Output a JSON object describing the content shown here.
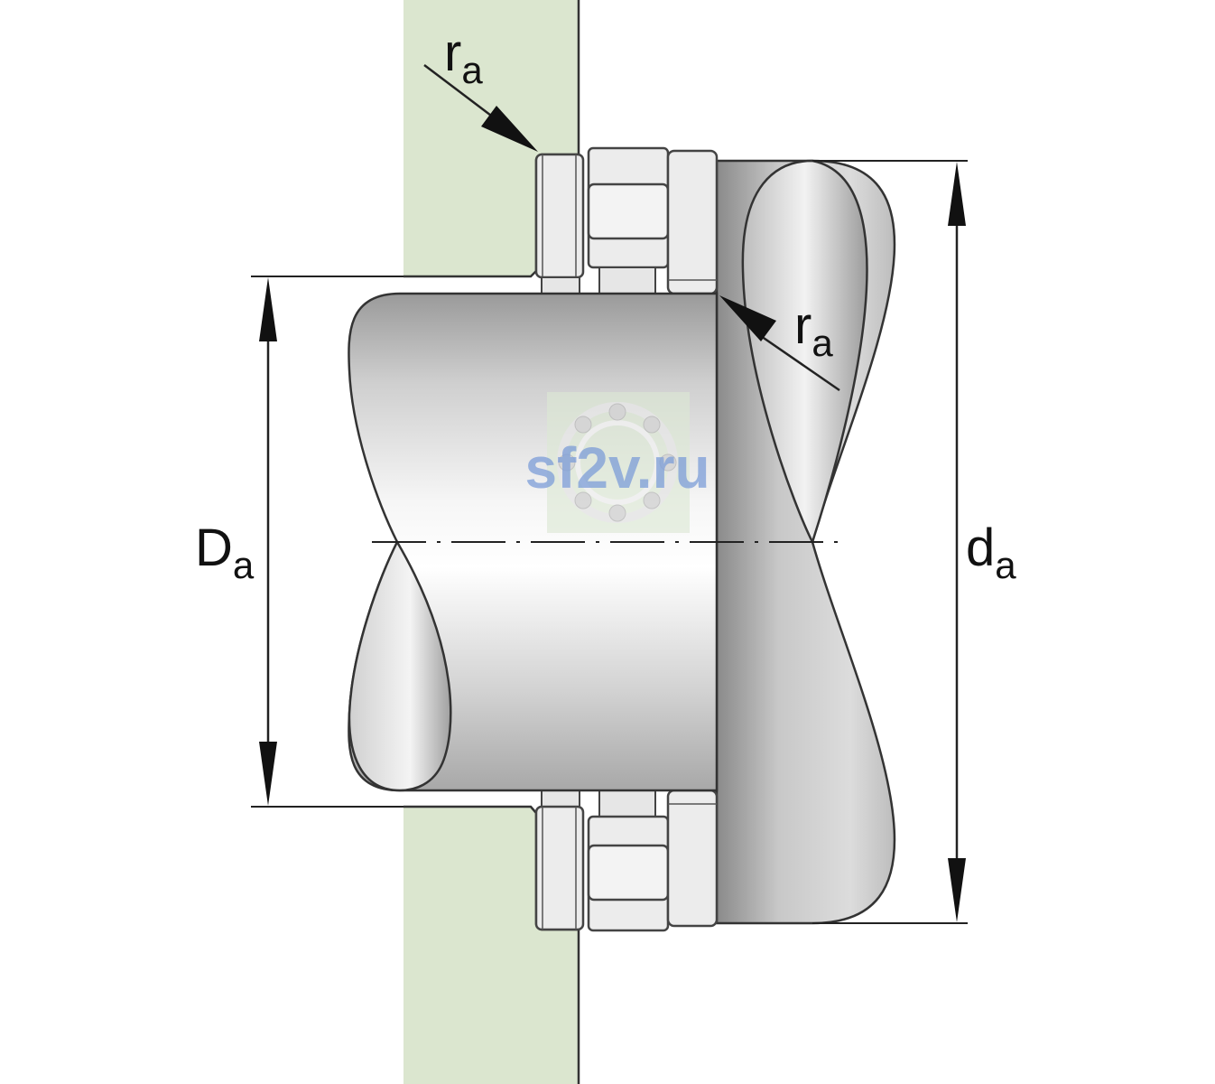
{
  "diagram": {
    "labels": {
      "radius_top": {
        "main": "r",
        "sub": "a"
      },
      "radius_right": {
        "main": "r",
        "sub": "a"
      },
      "housing_diameter": {
        "main": "D",
        "sub": "a"
      },
      "shaft_diameter": {
        "main": "d",
        "sub": "a"
      }
    },
    "colors": {
      "housing": "#dbe6cf",
      "part_light": "#ececec",
      "part_mid": "#cfcfcf",
      "shaft_dark": "#8e8e8e",
      "line": "#333333"
    },
    "watermark": {
      "text": "sf2v.ru",
      "color": "#6f94d6"
    }
  }
}
